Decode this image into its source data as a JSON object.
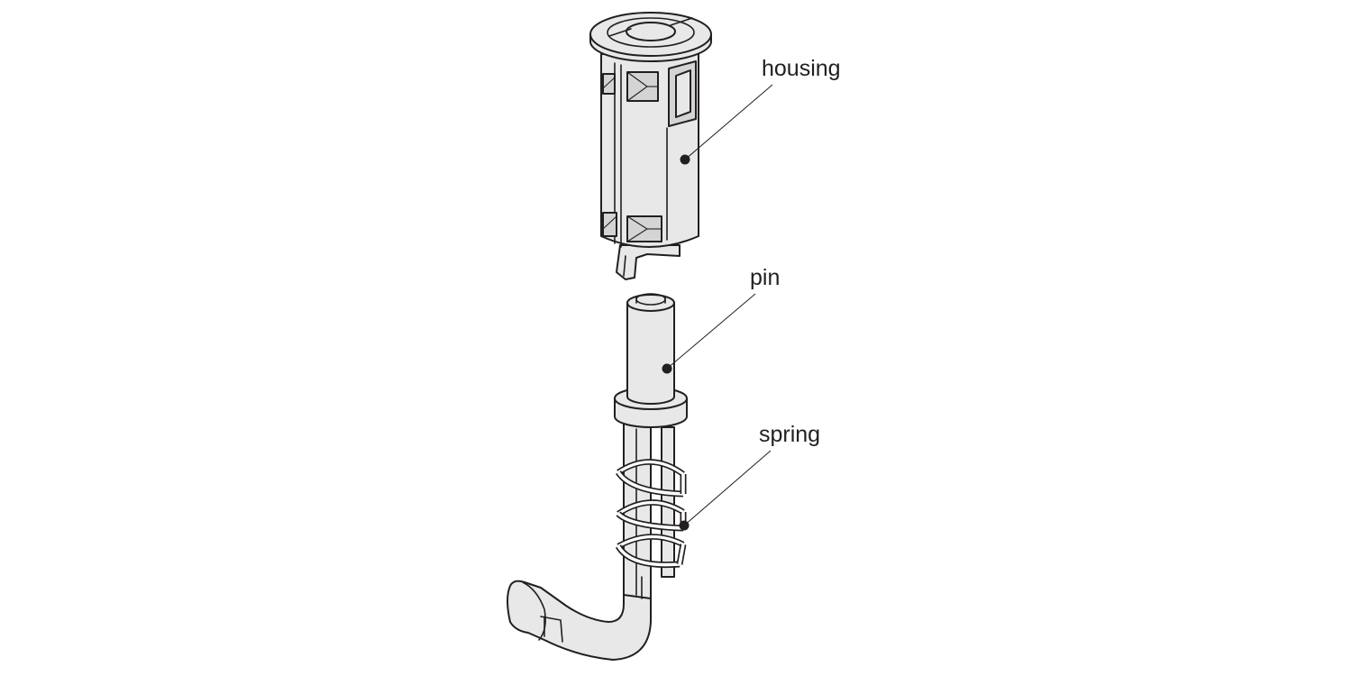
{
  "labels": {
    "housing": "housing",
    "pin": "pin",
    "spring": "spring"
  },
  "colors": {
    "line": "#231f20",
    "part_fill": "#e8e8e8",
    "background": "#ffffff"
  }
}
